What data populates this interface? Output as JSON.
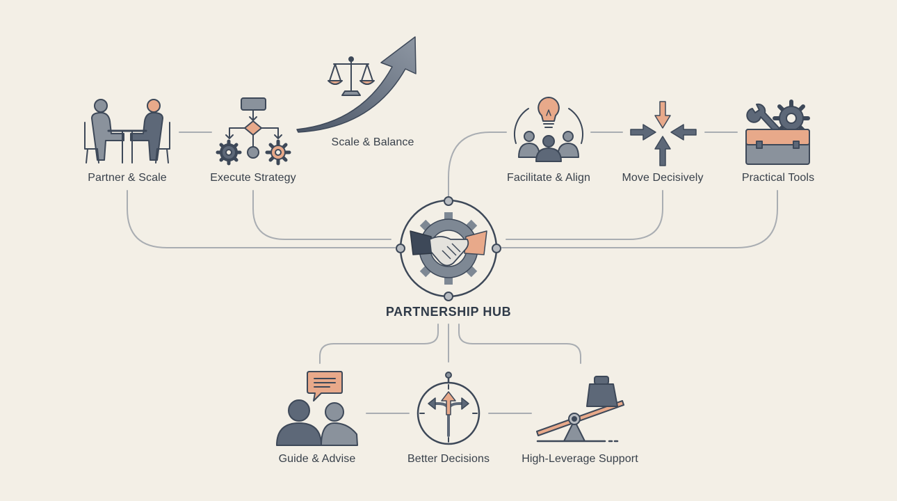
{
  "hub": {
    "title": "PARTNERSHIP HUB"
  },
  "nodes": {
    "partner_scale": "Partner & Scale",
    "execute_strategy": "Execute Strategy",
    "scale_balance": "Scale & Balance",
    "facilitate_align": "Facilitate & Align",
    "move_decisively": "Move Decisively",
    "practical_tools": "Practical Tools",
    "guide_advise": "Guide & Advise",
    "better_decisions": "Better Decisions",
    "high_leverage_support": "High-Leverage Support"
  },
  "colors": {
    "background": "#f3efe6",
    "slate": "#5d6878",
    "dark_slate": "#3d4858",
    "gray": "#8a929c",
    "peach": "#e8a98a",
    "line": "#a9adb2"
  },
  "icons": [
    "meeting-icon",
    "flowchart-icon",
    "scales-icon",
    "growth-arrow-icon",
    "team-idea-icon",
    "converging-arrows-icon",
    "toolbox-icon",
    "handshake-gear-icon",
    "advice-chat-icon",
    "compass-icon",
    "seesaw-lever-icon"
  ]
}
